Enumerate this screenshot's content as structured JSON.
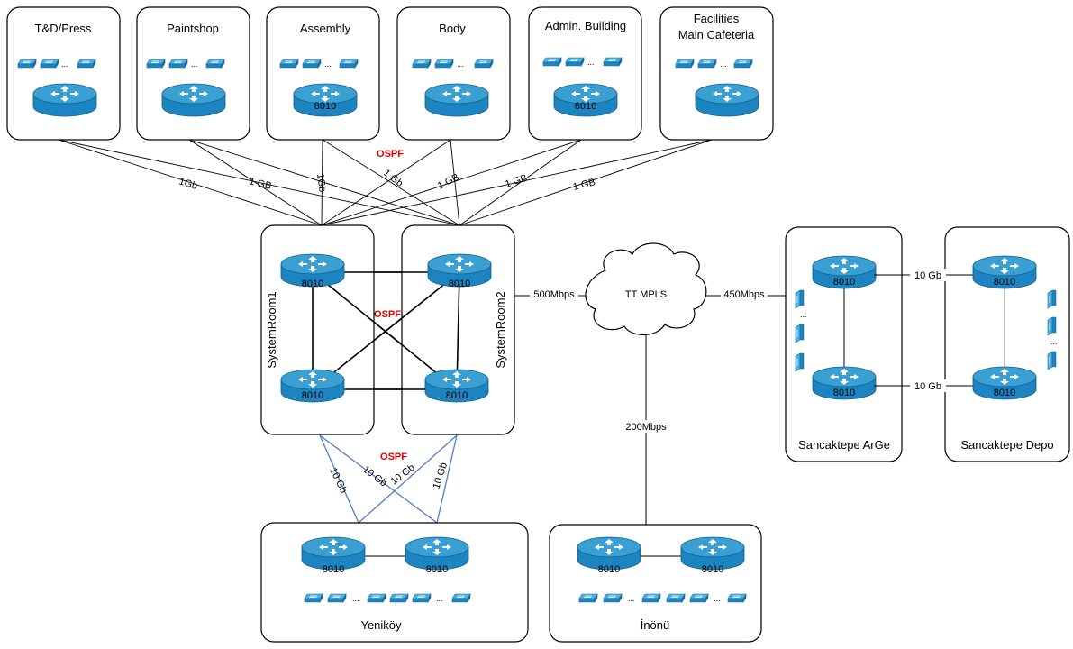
{
  "sites": {
    "td_press": "T&D/Press",
    "paintshop": "Paintshop",
    "assembly": "Assembly",
    "body": "Body",
    "admin": "Admin. Building",
    "facilities_1": "Facilities",
    "facilities_2": "Main Cafeteria",
    "system_room_1": "SystemRoom1",
    "system_room_2": "SystemRoom2",
    "sancaktepe_arge": "Sancaktepe ArGe",
    "sancaktepe_depo": "Sancaktepe Depo",
    "yenikoy": "Yeniköy",
    "inonu": "İnönü"
  },
  "device_model": "8010",
  "protocol_label": "OSPF",
  "wan": {
    "cloud_label": "TT MPLS",
    "sysroom_link": "500Mbps",
    "arge_link": "450Mbps",
    "inonu_link": "200Mbps",
    "arge_depo_link": "10 Gb"
  },
  "uplinks": {
    "td_press": "1Gb",
    "paintshop": "1 GB",
    "assembly": "1Gb",
    "body": "1 Gb",
    "admin": "1 GB",
    "facilities_a": "1 GB",
    "facilities_b": "1 GB"
  },
  "yenikoy_links": [
    "10 Gb",
    "10 Gb",
    "10 Gb",
    "10 Gb"
  ],
  "ellipsis": "...",
  "colors": {
    "router_top": "#3aa0d4",
    "router_body": "#1c84c0",
    "blue_link": "#4f7fc7",
    "ospf_red": "#e00000"
  }
}
